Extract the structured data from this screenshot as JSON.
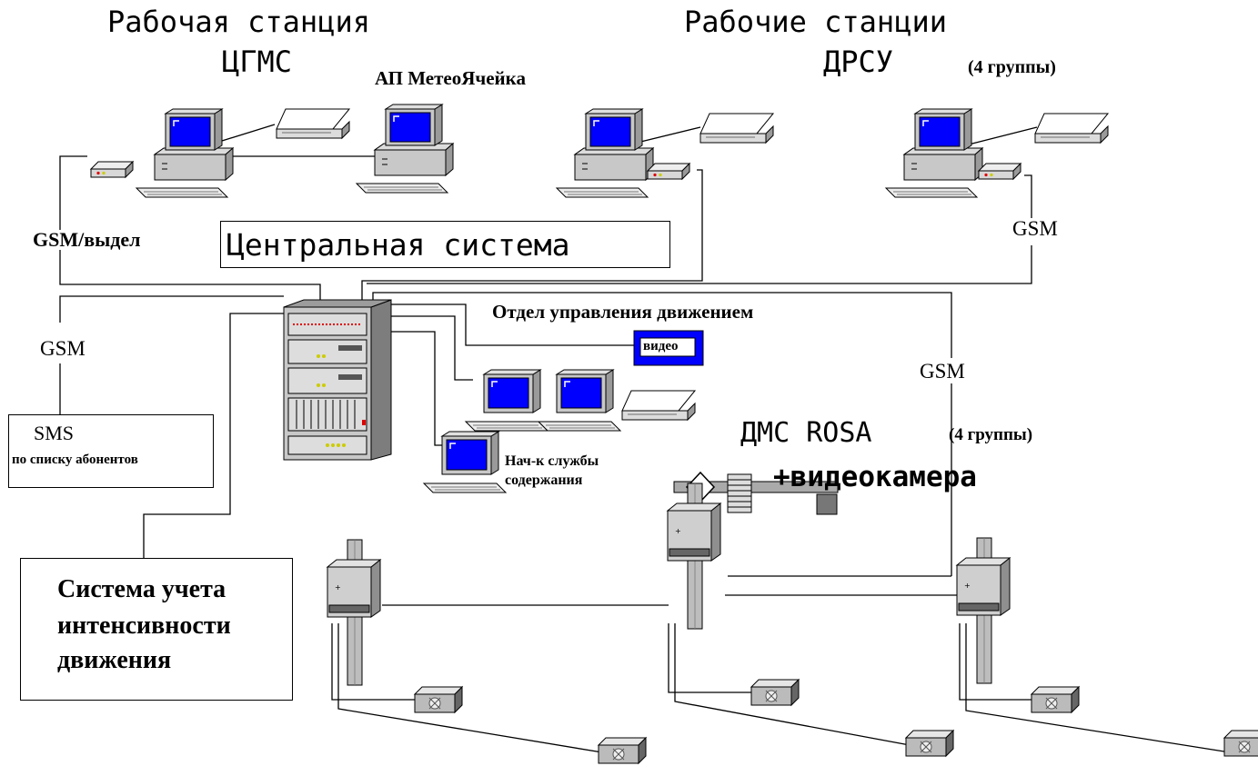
{
  "labels": {
    "ws_cgms_line1": "Рабочая станция",
    "ws_cgms_line2": "ЦГМС",
    "ap_meteo": "АП МетеоЯчейка",
    "ws_drsu_line1": "Рабочие станции",
    "ws_drsu_line2": "ДРСУ",
    "drsu_groups": "(4 группы)",
    "gsm_dedicated": "GSM/выдел",
    "central_system": "Центральная система",
    "gsm_drsu": "GSM",
    "gsm_sms": "GSM",
    "traffic_dept": "Отдел управления движением",
    "video": "видео",
    "gsm_rosa": "GSM",
    "sms_title": "SMS",
    "sms_subtitle": "по списку абонентов",
    "dms_rosa": "ДМС  ROSA",
    "rosa_groups": "(4 группы)",
    "camera": "+видеокамера",
    "head_line1": "Нач-к службы",
    "head_line2": "содержания",
    "count_line1": "Система учета",
    "count_line2": "интенсивности",
    "count_line3": "движения"
  },
  "icons": [
    "computer-icon",
    "printer-icon",
    "modem-icon",
    "server-rack-icon",
    "monitor-icon",
    "pole-icon",
    "sensor-icon",
    "weather-sensor-icon"
  ]
}
